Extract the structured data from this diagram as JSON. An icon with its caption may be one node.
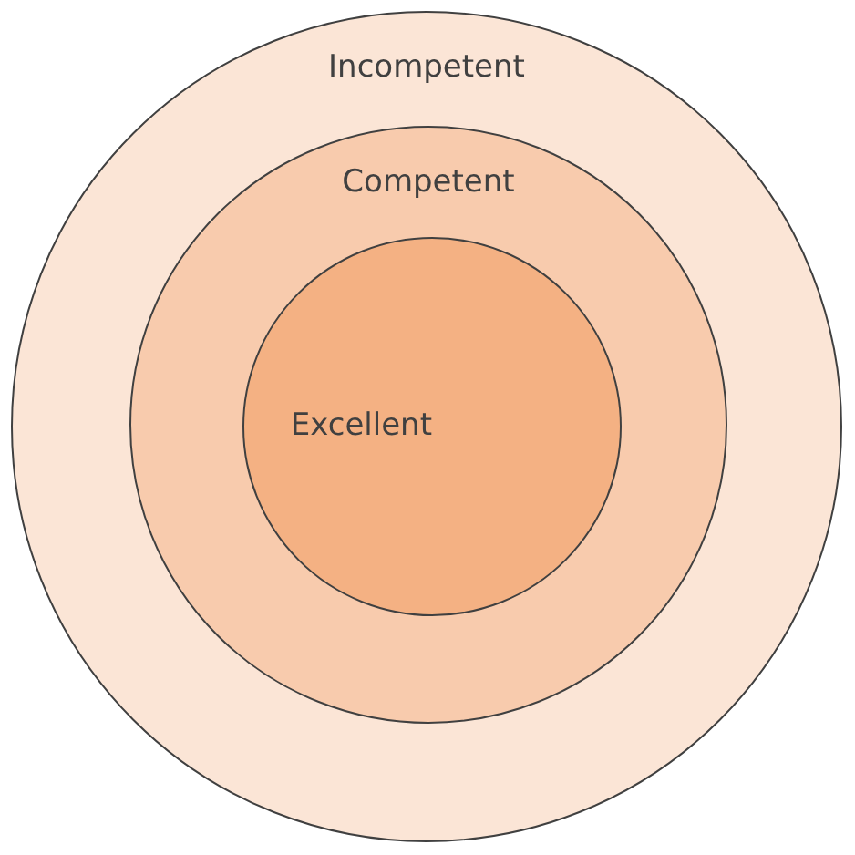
{
  "diagram": {
    "nodes": [
      {
        "text": [
          "Incompetent"
        ]
      },
      {
        "text": [
          "Competent"
        ],
        "in": 0
      },
      {
        "text": [
          "Excellent"
        ],
        "in": 1
      }
    ]
  }
}
